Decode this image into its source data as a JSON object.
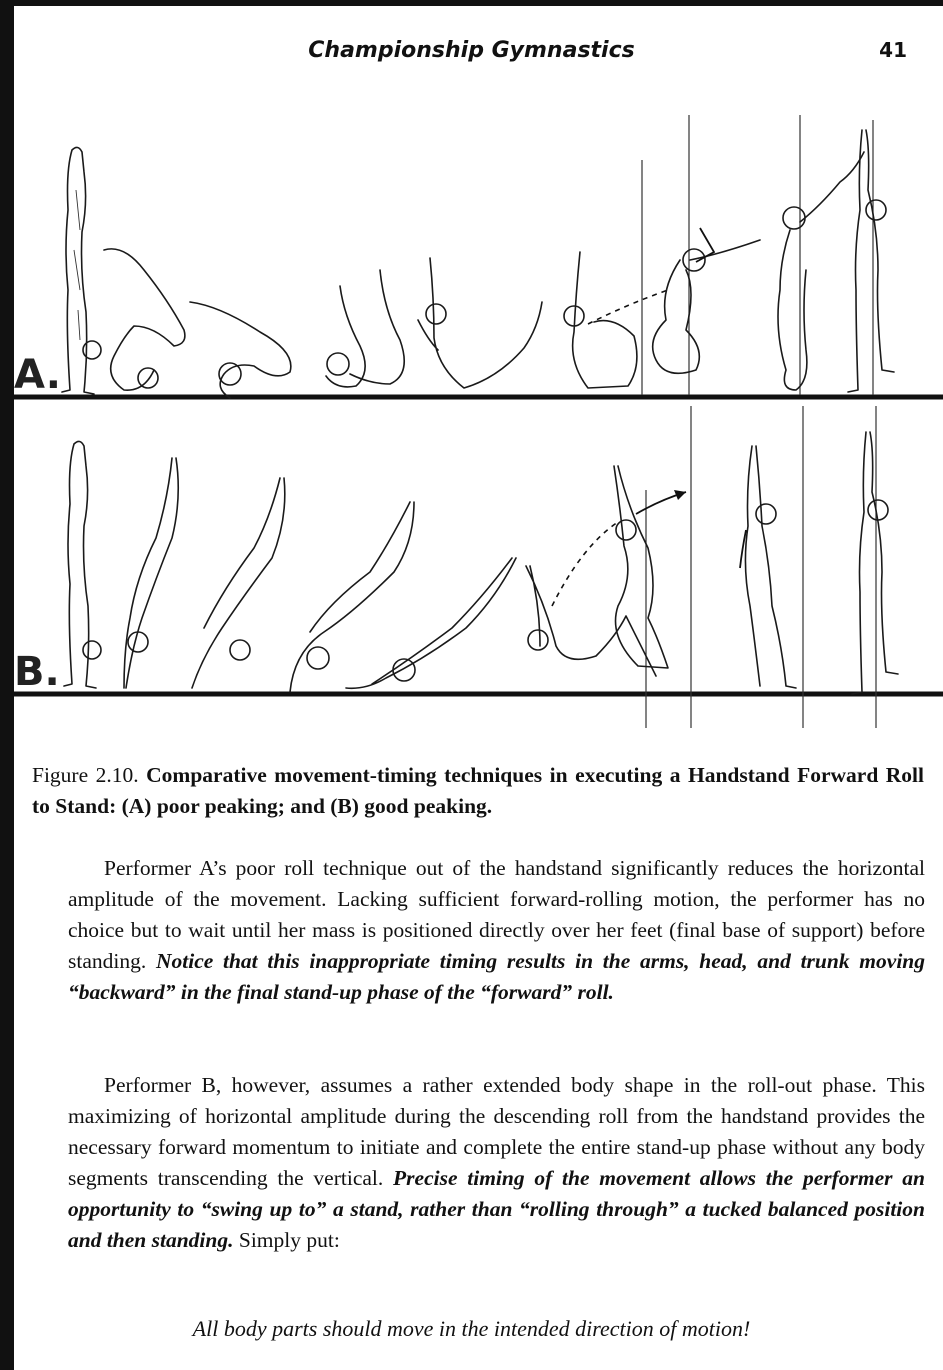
{
  "header": {
    "running_title": "Championship Gymnastics",
    "page_number": "41"
  },
  "figure": {
    "panel_a_label": "A.",
    "panel_b_label": "B."
  },
  "caption": {
    "figure_number": "Figure 2.10.",
    "text": "Comparative movement-timing techniques in executing a Handstand Forward Roll to Stand: (A) poor peaking; and (B) good peaking."
  },
  "paragraph1": {
    "plain": "Performer A’s poor roll technique out of the handstand significantly reduces the horizontal amplitude of the movement. Lacking sufficient forward-rolling motion, the performer has no choice but to wait until her mass is positioned directly over her feet (final base of support) before standing. ",
    "emphasis": "Notice that this inappropriate timing results in the arms, head, and trunk moving “backward” in the final stand-up phase of the “forward” roll."
  },
  "paragraph2": {
    "plain": "Performer B, however, assumes a rather extended body shape in the roll-out phase. This maximizing of horizontal amplitude during the descending roll from the handstand provides the necessary forward momentum to initiate and complete the entire stand-up phase without any body segments transcending the vertical. ",
    "emphasis": "Precise timing of the movement allows the performer an opportunity to “swing up to” a stand, rather than “rolling through” a tucked balanced position and then standing.",
    "plain_end": " Simply put:"
  },
  "closing": "All body parts should move in the intended direction of motion!"
}
